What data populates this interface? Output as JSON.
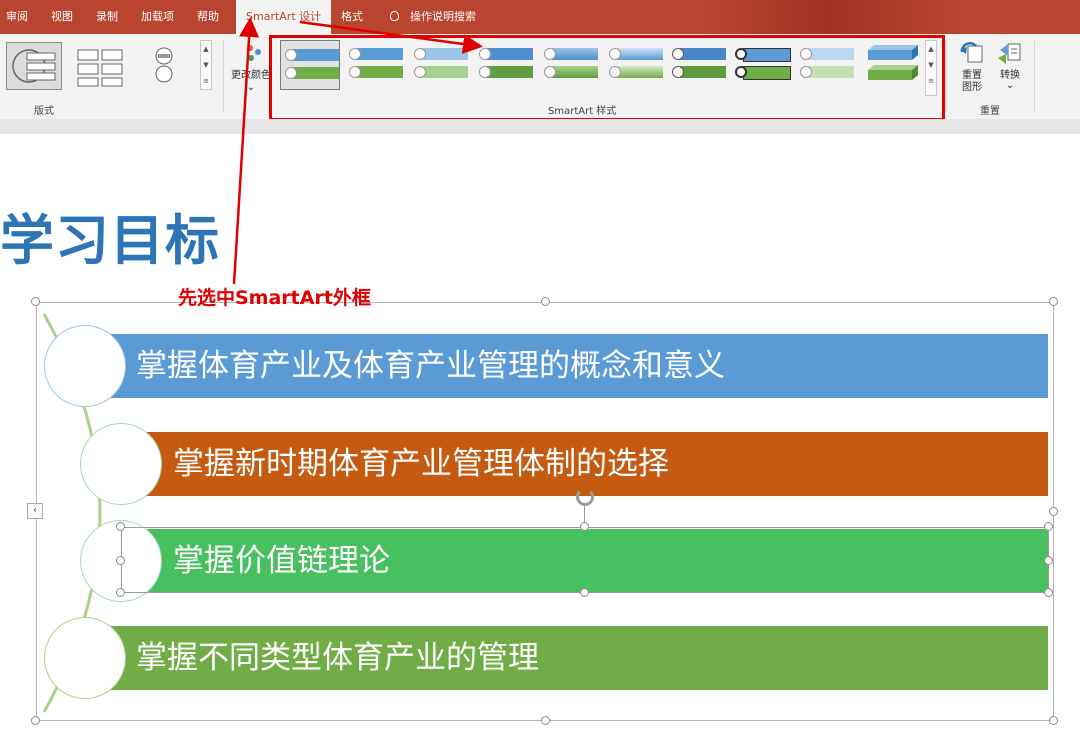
{
  "ribbon": {
    "tabs": [
      "审阅",
      "视图",
      "录制",
      "加载项",
      "帮助",
      "SmartArt 设计",
      "格式"
    ],
    "active_tab": "SmartArt 设计",
    "tell_me": "操作说明搜索",
    "layout_group_label": "版式",
    "change_colors_label": "更改颜色",
    "styles_group_label": "SmartArt 样式",
    "reset_graphic_label": "重置\n图形",
    "convert_label": "转换",
    "reset_group_label": "重置"
  },
  "slide": {
    "title": "学习目标",
    "note": "先选中SmartArt外框",
    "items": [
      {
        "text": "掌握体育产业及体育产业管理的概念和意义",
        "color": "#5b9bd5"
      },
      {
        "text": "掌握新时期体育产业管理体制的选择",
        "color": "#c55a11"
      },
      {
        "text": "掌握价值链理论",
        "color": "#48c060"
      },
      {
        "text": "掌握不同类型体育产业的管理",
        "color": "#70ad47"
      }
    ]
  },
  "colors": {
    "accent_red": "#e00000",
    "ribbon_tab_bar": "#b9452f",
    "title_blue": "#2e75b6"
  }
}
